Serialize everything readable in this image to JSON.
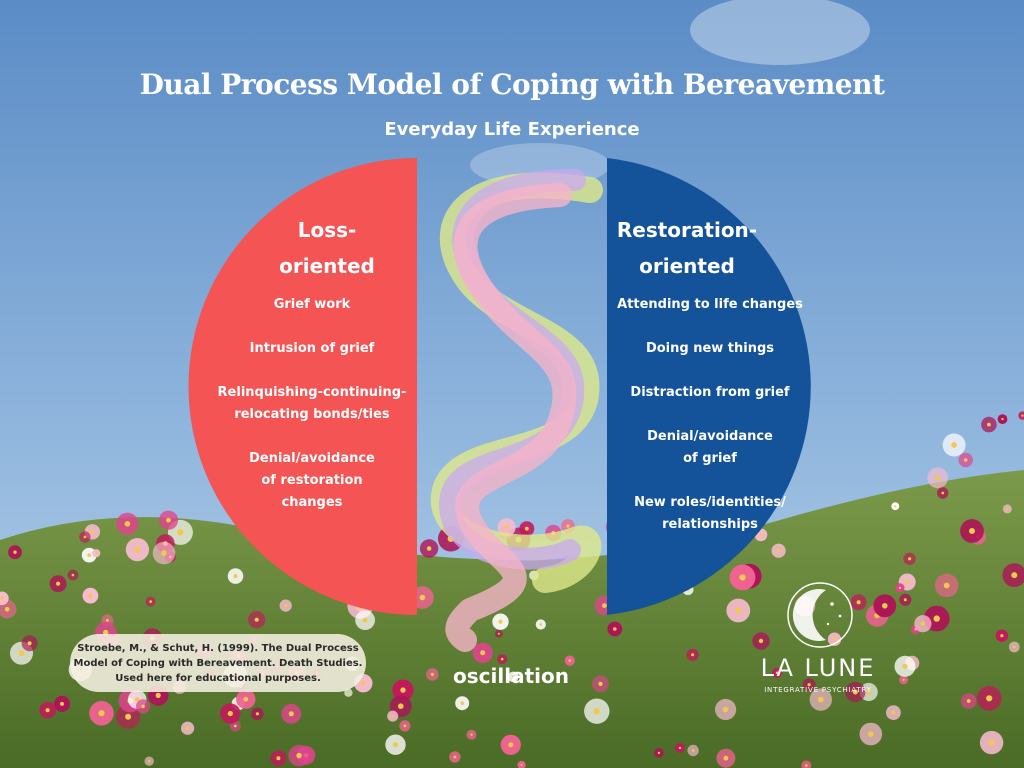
{
  "title": "Dual Process Model of Coping with Bereavement",
  "subtitle": "Everyday Life Experience",
  "loss": {
    "heading": "Loss-\noriented",
    "items": [
      "Grief work",
      "Intrusion of grief",
      "Relinquishing-continuing-\nrelocating bonds/ties",
      "Denial/avoidance\nof restoration\nchanges"
    ],
    "color": "#f45454"
  },
  "restoration": {
    "heading": "Restoration-\noriented",
    "items": [
      "Attending to life changes",
      "Doing new things",
      "Distraction from grief",
      "Denial/avoidance\nof grief",
      "New roles/identities/\nrelationships"
    ],
    "color": "#14539a"
  },
  "oscillation_label": "oscillation",
  "citation": "Stroebe, M., & Schut, H. (1999). The Dual Process\nModel of Coping with Bereavement. Death Studies.\nUsed here for educational purposes.",
  "brand": {
    "name": "LA LUNE",
    "tagline": "INTEGRATIVE PSYCHIATRY",
    "logo_icon": "moon-logo-icon"
  },
  "colors": {
    "sky_top": "#5e8fc9",
    "sky_bottom": "#b9d2ea",
    "meadow": "#6a8e3c",
    "flower_pink": "#e0438e",
    "oscillation_yellow": "#dfe98a",
    "oscillation_purple": "#c9a8f2",
    "oscillation_pink": "#f5b4c8"
  }
}
